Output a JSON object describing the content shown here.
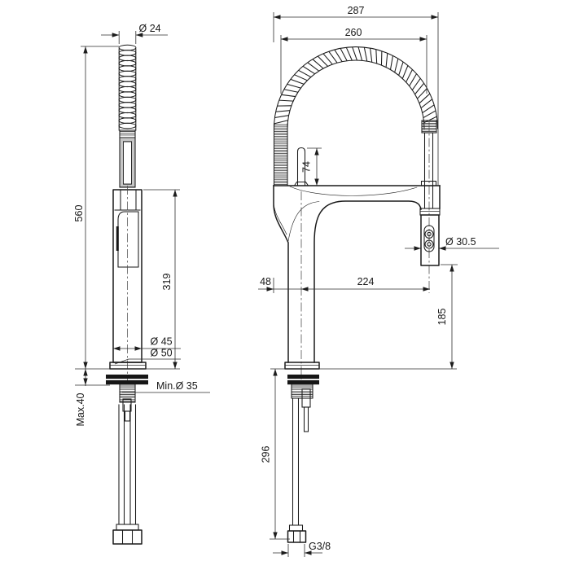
{
  "drawing": {
    "colors": {
      "line": "#1a1a1a",
      "background": "#ffffff"
    },
    "views": {
      "side_view": {
        "dims": {
          "spring_outer_dia": "Ø 24",
          "total_height": "560",
          "spout_height": "319",
          "body_dia": "Ø 45",
          "base_dia": "Ø 50",
          "min_hole_dia": "Min.Ø 35",
          "max_deck_thickness": "Max.40"
        }
      },
      "front_view": {
        "dims": {
          "overall_width": "287",
          "spring_span": "260",
          "lever_height": "74",
          "handspray_dia": "Ø 30.5",
          "rear_offset": "48",
          "spout_reach": "224",
          "handspray_clearance": "185",
          "hose_length": "296",
          "connection_thread": "G3/8"
        }
      }
    }
  }
}
